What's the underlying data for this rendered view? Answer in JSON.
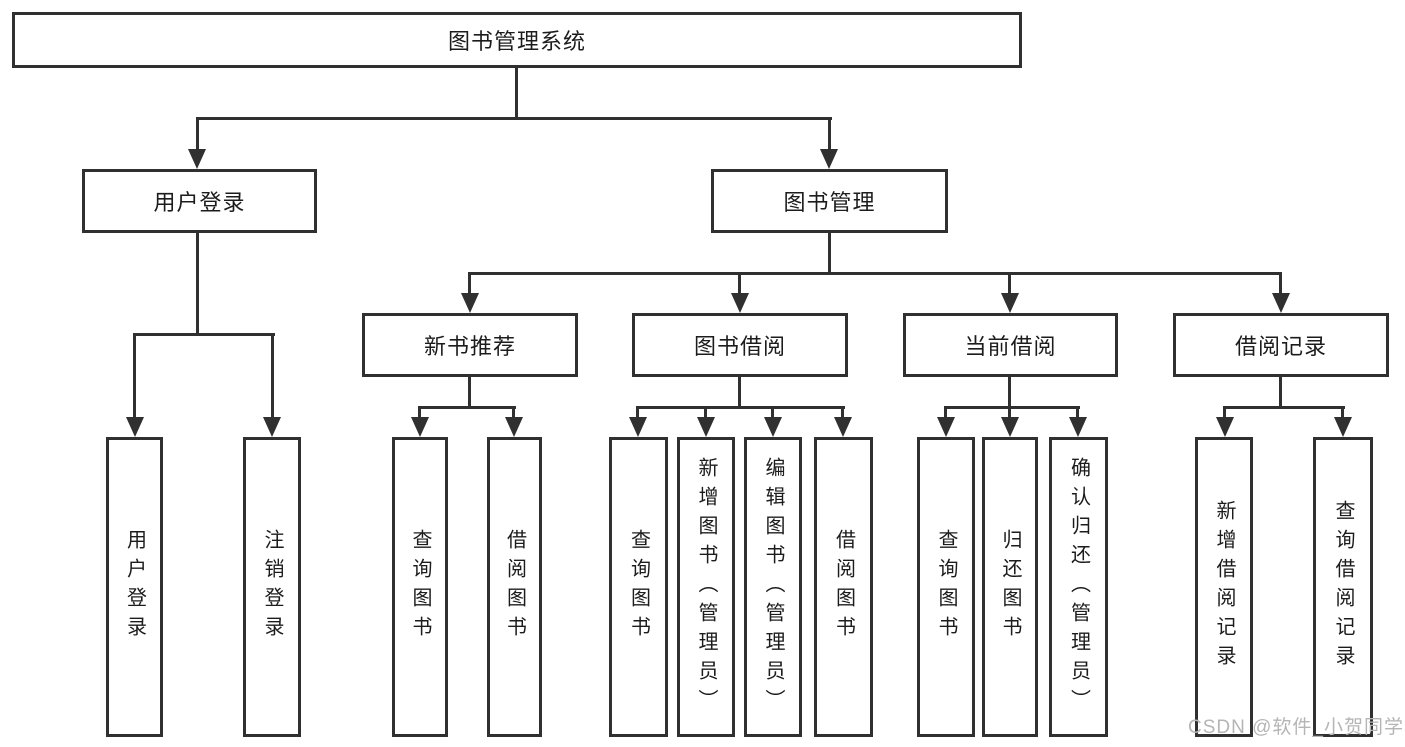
{
  "tree": {
    "root": {
      "label": "图书管理系统"
    },
    "branches": [
      {
        "label": "用户登录",
        "children": [
          {
            "label": "用户登录"
          },
          {
            "label": "注销登录"
          }
        ]
      },
      {
        "label": "图书管理",
        "children": [
          {
            "label": "新书推荐",
            "children": [
              {
                "label": "查询图书"
              },
              {
                "label": "借阅图书"
              }
            ]
          },
          {
            "label": "图书借阅",
            "children": [
              {
                "label": "查询图书"
              },
              {
                "label": "新增图书（管理员）"
              },
              {
                "label": "编辑图书（管理员）"
              },
              {
                "label": "借阅图书"
              }
            ]
          },
          {
            "label": "当前借阅",
            "children": [
              {
                "label": "查询图书"
              },
              {
                "label": "归还图书"
              },
              {
                "label": "确认归还（管理员）"
              }
            ]
          },
          {
            "label": "借阅记录",
            "children": [
              {
                "label": "新增借阅记录"
              },
              {
                "label": "查询借阅记录"
              }
            ]
          }
        ]
      }
    ]
  },
  "watermark": {
    "text": "CSDN @软件_小贺同学"
  },
  "colors": {
    "line": "#303030",
    "text": "#1c1c1c",
    "background": "#ffffff",
    "watermark": "#b5b5b5"
  }
}
